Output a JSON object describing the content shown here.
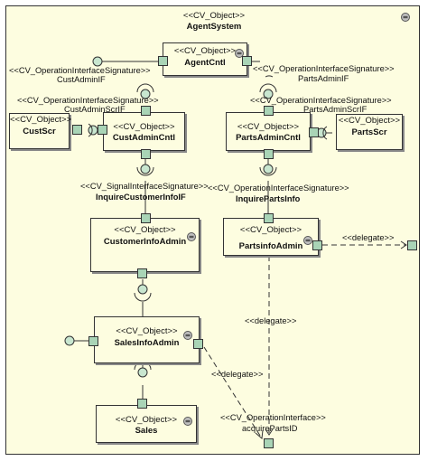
{
  "system": {
    "stereotype": "<<CV_Object>>",
    "name": "AgentSystem"
  },
  "components": {
    "agent_cntl": {
      "stereotype": "<<CV_Object>>",
      "name": "AgentCntl"
    },
    "cust_scr": {
      "stereotype": "<<CV_Object>>",
      "name": "CustScr"
    },
    "cust_admin_cntl": {
      "stereotype": "<<CV_Object>>",
      "name": "CustAdminCntl"
    },
    "parts_admin_cntl": {
      "stereotype": "<<CV_Object>>",
      "name": "PartsAdminCntl"
    },
    "parts_scr": {
      "stereotype": "<<CV_Object>>",
      "name": "PartsScr"
    },
    "customer_info_admin": {
      "stereotype": "<<CV_Object>>",
      "name": "CustomerInfoAdmin"
    },
    "parts_info_admin": {
      "stereotype": "<<CV_Object>>",
      "name": "PartsinfoAdmin"
    },
    "sales_info_admin": {
      "stereotype": "<<CV_Object>>",
      "name": "SalesInfoAdmin"
    },
    "sales": {
      "stereotype": "<<CV_Object>>",
      "name": "Sales"
    }
  },
  "interfaces": {
    "cust_admin_if": {
      "stereotype": "<<CV_OperationInterfaceSignature>>",
      "name": "CustAdminIF"
    },
    "parts_admin_if": {
      "stereotype": "<<CV_OperationInterfaceSignature>>",
      "name": "PartsAdminIF"
    },
    "cust_admin_scr_if": {
      "stereotype": "<<CV_OperationInterfaceSignature>>",
      "name": "CustAdminScrIF"
    },
    "parts_admin_scr_if": {
      "stereotype": "<<CV_OperationInterfaceSignature>>",
      "name": "PartsAdminScrIF"
    },
    "inquire_customer_info_if": {
      "stereotype": "<<CV_SignalInterfaceSignature>>",
      "name": "InquireCustomerInfoIF"
    },
    "inquire_parts_info": {
      "stereotype": "<<CV_OperationInterfaceSignature>>",
      "name": "InquirePartsInfo"
    },
    "acquire_parts_id": {
      "stereotype": "<<CV_OperationInterface>>",
      "name": "acquirePartsID"
    }
  },
  "delegates": {
    "label_1": "<<delegate>>",
    "label_2": "<<delegate>>",
    "label_3": "<<delegate>>"
  },
  "icon": "component-icon"
}
